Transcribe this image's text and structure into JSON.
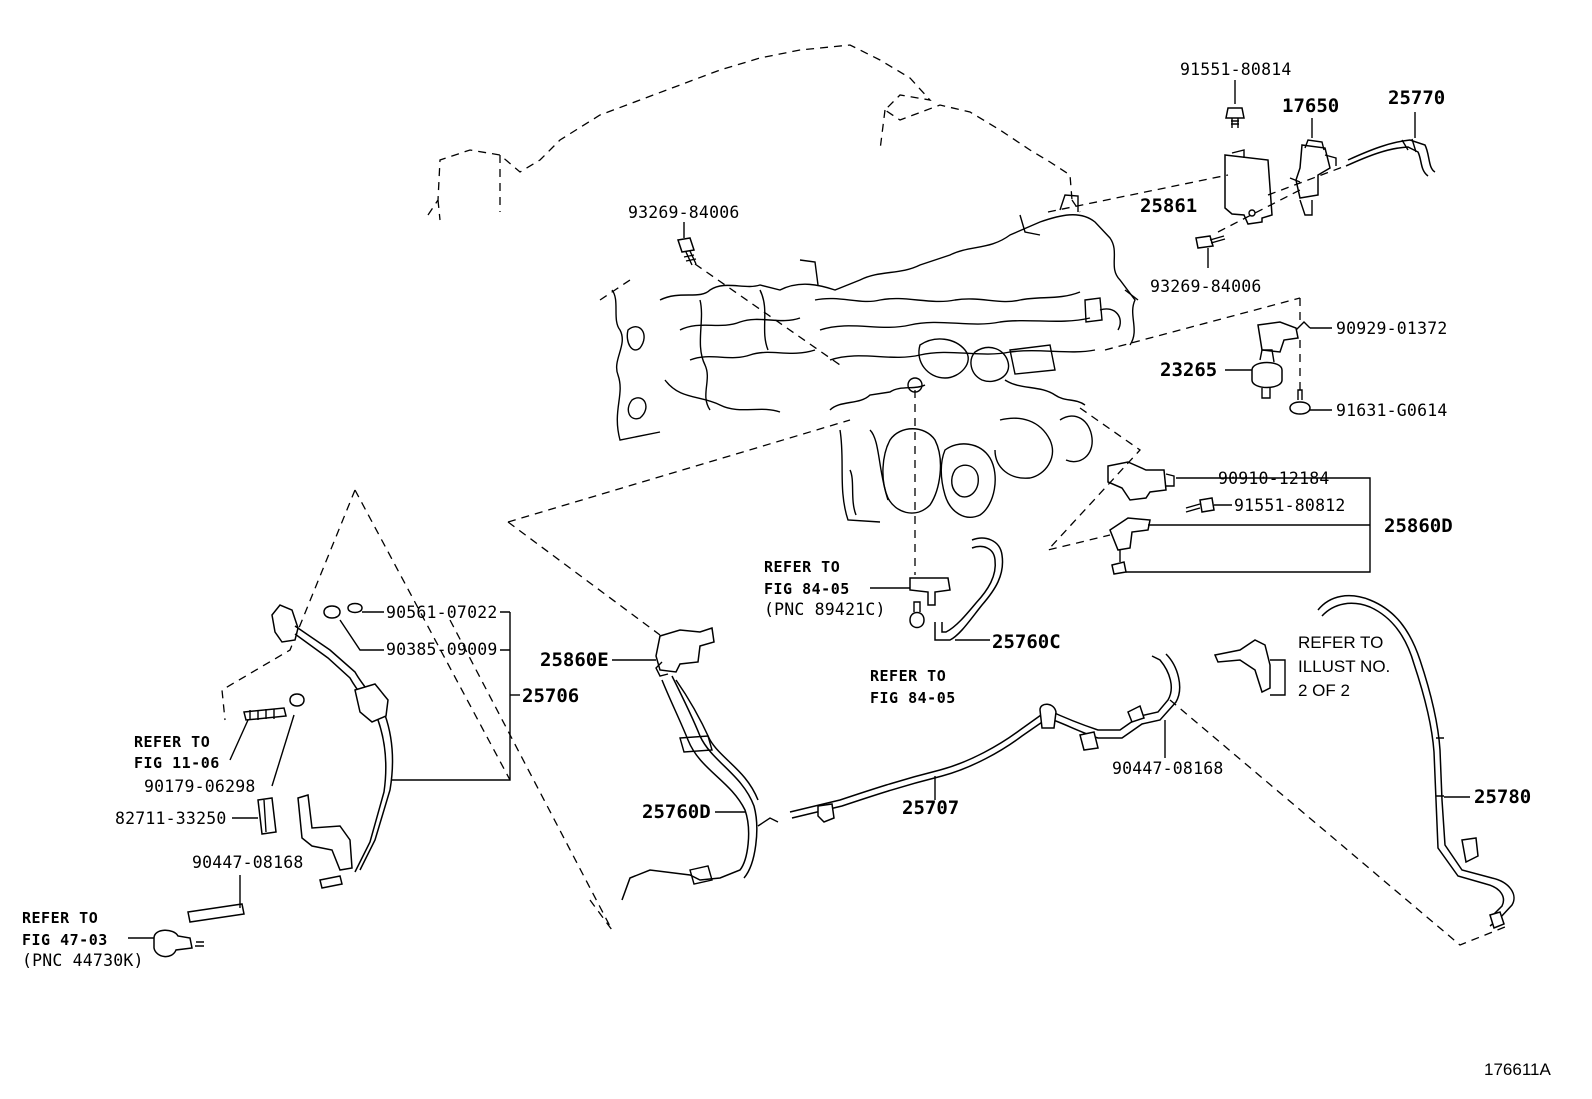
{
  "labels": {
    "p91551_80814": "91551-80814",
    "p17650": "17650",
    "p25770": "25770",
    "p93269_84006_a": "93269-84006",
    "p25861": "25861",
    "p93269_84006_b": "93269-84006",
    "p90929_01372": "90929-01372",
    "p23265": "23265",
    "p91631_g0614": "91631-G0614",
    "p90910_12184": "90910-12184",
    "p91551_80812": "91551-80812",
    "p25860D": "25860D",
    "p25860E": "25860E",
    "p25760C": "25760C",
    "p25706": "25706",
    "p90561_07022": "90561-07022",
    "p90385_09009": "90385-09009",
    "p90179_06298": "90179-06298",
    "p82711_33250": "82711-33250",
    "p90447_08168_a": "90447-08168",
    "p25760D": "25760D",
    "p25707": "25707",
    "p90447_08168_b": "90447-08168",
    "p25780": "25780",
    "fig_id": "176611A"
  },
  "refs": {
    "r84_05_a_l1": "REFER TO",
    "r84_05_a_l2": "FIG 84-05",
    "r84_05_a_l3": "(PNC 89421C)",
    "r84_05_b_l1": "REFER TO",
    "r84_05_b_l2": "FIG 84-05",
    "r11_06_l1": "REFER TO",
    "r11_06_l2": "FIG 11-06",
    "r47_03_l1": "REFER TO",
    "r47_03_l2": "FIG 47-03",
    "r47_03_l3": "(PNC 44730K)",
    "illust_l1": "REFER TO",
    "illust_l2": "ILLUST NO.",
    "illust_l3": "2 OF 2"
  }
}
